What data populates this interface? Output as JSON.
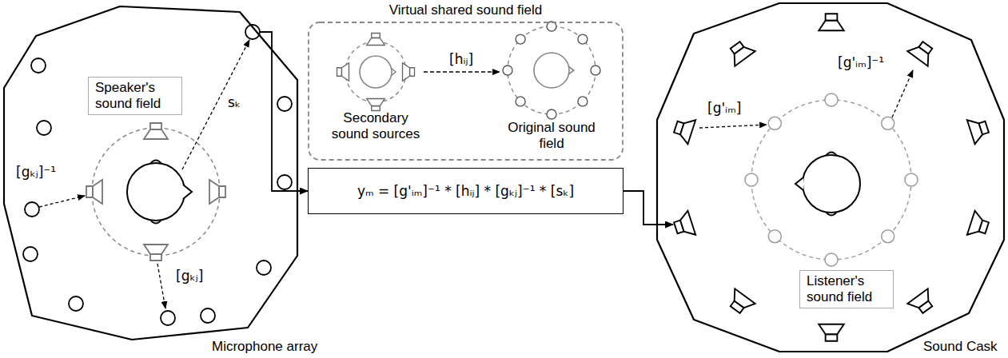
{
  "diagram": {
    "nodes": [
      {
        "text": [
          "Microphone array"
        ]
      },
      {
        "text": [
          "Speaker's sound field"
        ],
        "in": 0
      },
      {
        "text": [
          "Virtual shared sound field"
        ]
      },
      {
        "text": [
          "yₘ = [g'ᵢₘ]⁻¹ * [hᵢⱼ] * [gₖⱼ]⁻¹ * [sₖ]"
        ]
      },
      {
        "text": [
          "Sound Cask"
        ]
      },
      {
        "text": [
          "Listener's sound field"
        ],
        "in": 4
      }
    ],
    "edges": [
      {
        "from": 0,
        "to": 3,
        "arrow": "to"
      },
      {
        "from": 3,
        "to": 4,
        "arrow": "to"
      }
    ],
    "labels": [
      "sₖ",
      "[gₖⱼ]⁻¹",
      "[gₖⱼ]",
      "Secondary sound sources",
      "[hᵢⱼ]",
      "Original sound field",
      "[g'ᵢₘ]",
      "[g'ᵢₘ]⁻¹"
    ]
  }
}
